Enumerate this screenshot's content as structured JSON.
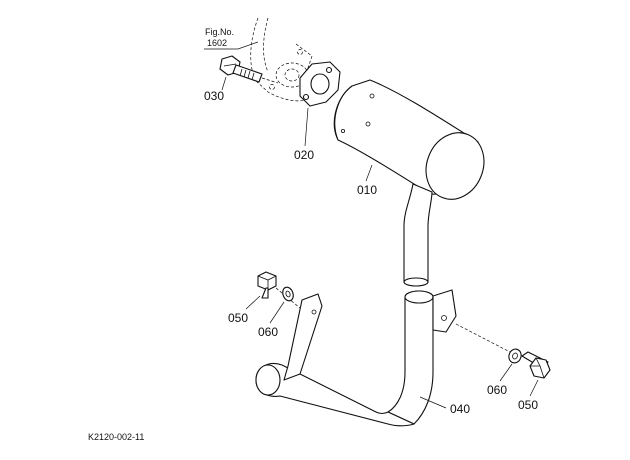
{
  "reference": {
    "line1": "Fig.No.",
    "line2": "1602"
  },
  "parts": {
    "p010": "010",
    "p020": "020",
    "p030": "030",
    "p040": "040",
    "p050_left": "050",
    "p060_left": "060",
    "p060_right": "060",
    "p050_right": "050"
  },
  "drawing_code": "K2120-002-11"
}
